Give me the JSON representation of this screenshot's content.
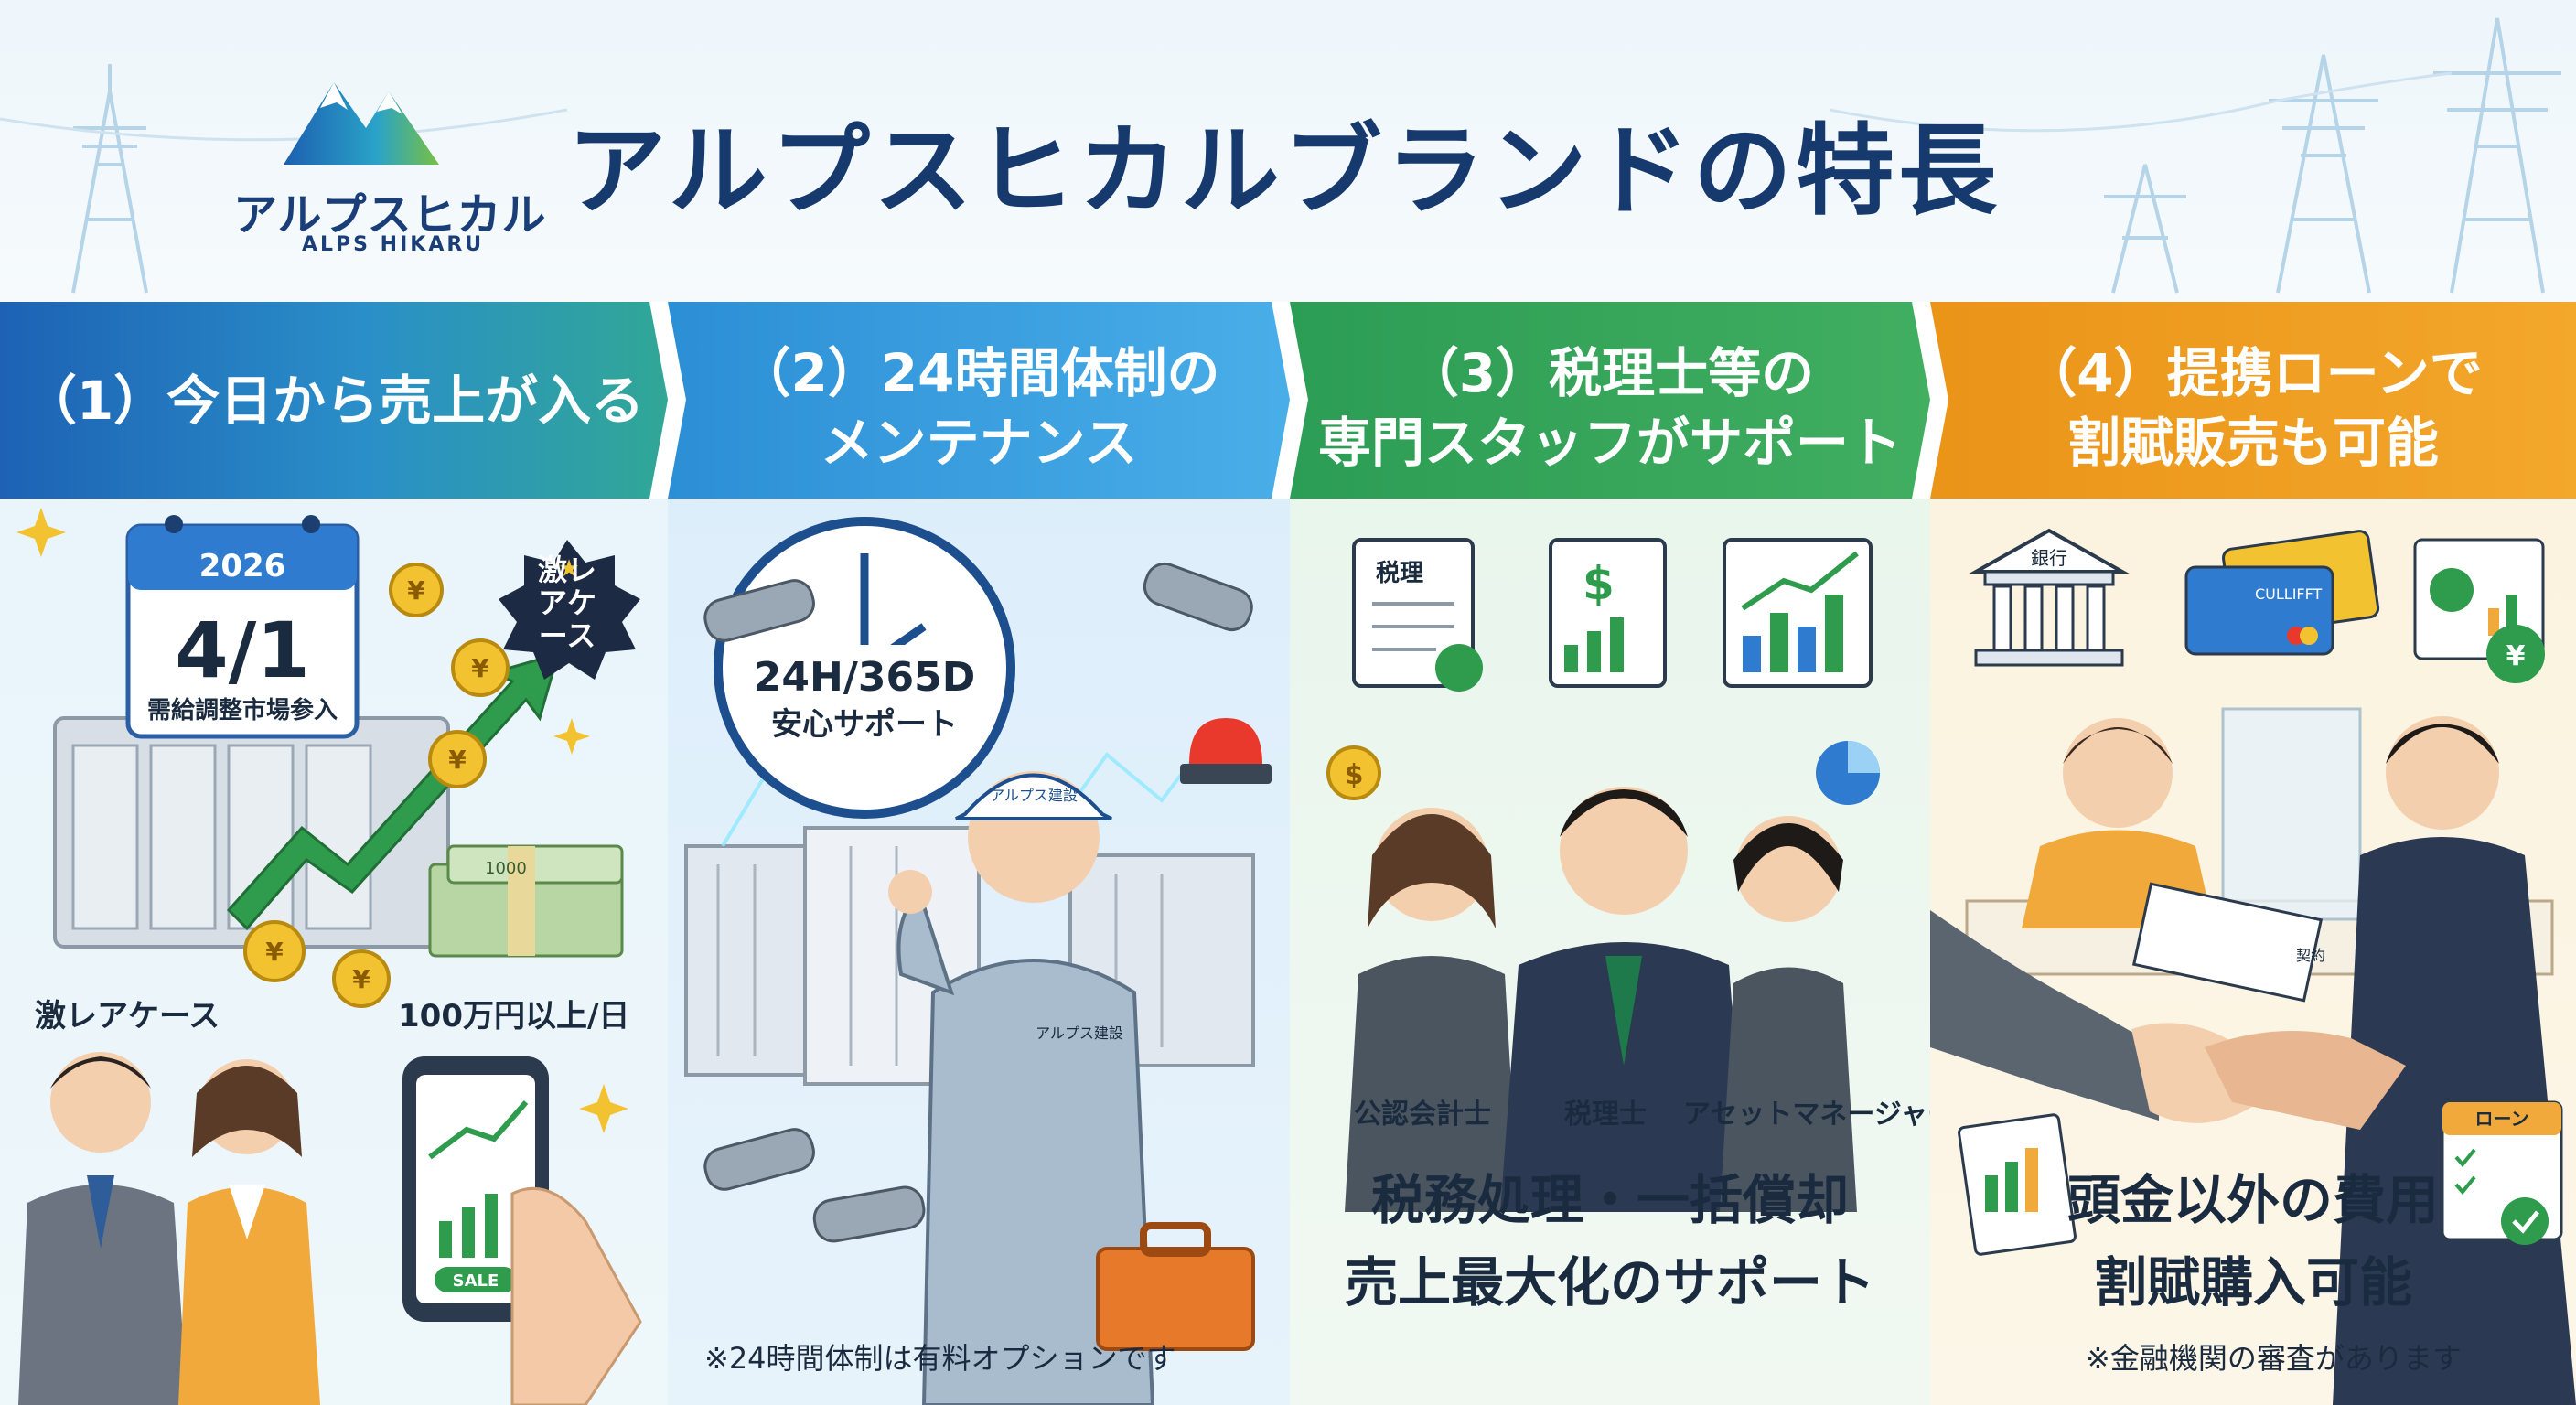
{
  "brand": {
    "logo_name": "アルプスヒカル",
    "logo_en": "ALPS HIKARU"
  },
  "title": "アルプスヒカルブランドの特長",
  "features": [
    {
      "heading_lines": [
        "（1）今日から売上が入る"
      ],
      "calendar": {
        "year": "2026",
        "date": "4/1",
        "caption": "需給調整市場参入"
      },
      "badge": "激レアケース",
      "label_left": "激レアケース",
      "label_right": "100万円以上/日",
      "phone_button": "SALE",
      "cash_label": "1000",
      "color": "#1d62b5"
    },
    {
      "heading_lines": [
        "（2）24時間体制の",
        "メンテナンス"
      ],
      "clock_line1": "24H/365D",
      "clock_line2": "安心サポート",
      "cap_label": "アルプス建設",
      "uniform_label": "アルプス建設",
      "note": "※24時間体制は有料オプションです",
      "color": "#2c8fd6"
    },
    {
      "heading_lines": [
        "（3）税理士等の",
        "専門スタッフがサポート"
      ],
      "doc_label": "税理",
      "roles": [
        "公認会計士",
        "税理士",
        "アセットマネージャー"
      ],
      "summary_lines": [
        "税務処理・一括償却",
        "売上最大化のサポート"
      ],
      "color": "#2c9d55"
    },
    {
      "heading_lines": [
        "（4）提携ローンで",
        "割賦販売も可能"
      ],
      "bank_label": "銀行",
      "card_label": "CULLIFFT",
      "loan_label": "ローン",
      "contract_label": "契約",
      "summary_lines": [
        "頭金以外の費用",
        "割賦購入可能"
      ],
      "note": "※金融機関の審査があります",
      "color": "#ea9418"
    }
  ]
}
